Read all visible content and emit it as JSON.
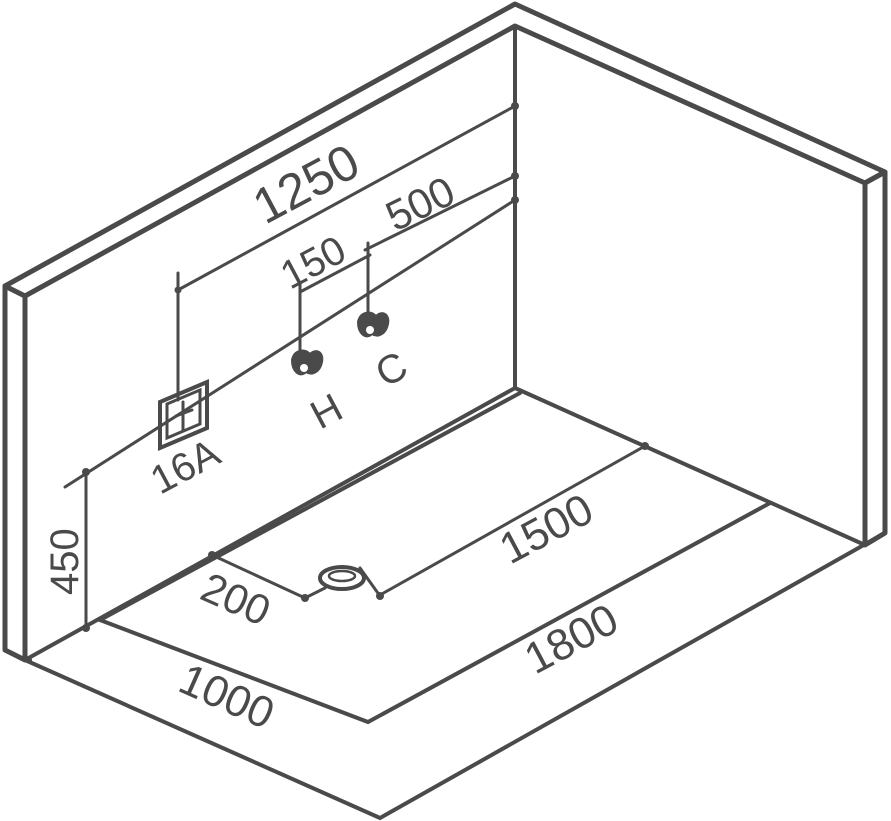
{
  "dimensions": {
    "d1250": "1250",
    "d500": "500",
    "d150": "150",
    "d450": "450",
    "d200": "200",
    "d1500": "1500",
    "d1800": "1800",
    "d1000": "1000"
  },
  "labels": {
    "socket": "16A",
    "hot": "H",
    "cold": "C"
  },
  "colors": {
    "line": "#4a4a4a",
    "background": "#ffffff"
  }
}
